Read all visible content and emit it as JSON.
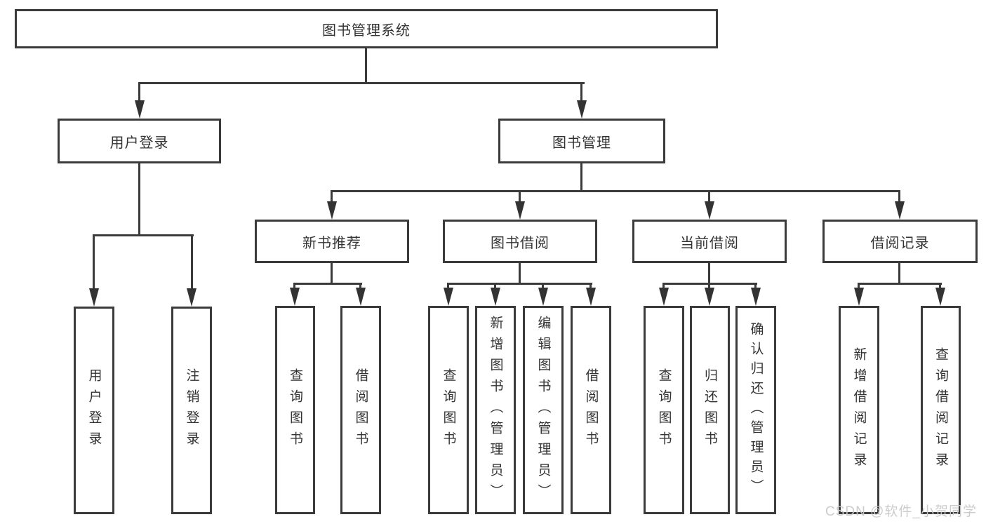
{
  "diagram": {
    "root": {
      "label": "图书管理系统"
    },
    "level2": [
      {
        "label": "用户登录"
      },
      {
        "label": "图书管理"
      }
    ],
    "level3": [
      {
        "label": "新书推荐"
      },
      {
        "label": "图书借阅"
      },
      {
        "label": "当前借阅"
      },
      {
        "label": "借阅记录"
      }
    ],
    "leaves": {
      "login": [
        {
          "label": "用户登录"
        },
        {
          "label": "注销登录"
        }
      ],
      "recommend": [
        {
          "label": "查询图书"
        },
        {
          "label": "借阅图书"
        }
      ],
      "borrow": [
        {
          "label": "查询图书"
        },
        {
          "label": "新增图书（管理员）"
        },
        {
          "label": "编辑图书（管理员）"
        },
        {
          "label": "借阅图书"
        }
      ],
      "current": [
        {
          "label": "查询图书"
        },
        {
          "label": "归还图书"
        },
        {
          "label": "确认归还（管理员）"
        }
      ],
      "records": [
        {
          "label": "新增借阅记录"
        },
        {
          "label": "查询借阅记录"
        }
      ]
    },
    "watermark": {
      "text": "CSDN @软件_小贺同学"
    },
    "colors": {
      "line": "#3b3b3b",
      "text": "#333333",
      "watermark": "#c9c9c9",
      "background": "#ffffff"
    }
  }
}
